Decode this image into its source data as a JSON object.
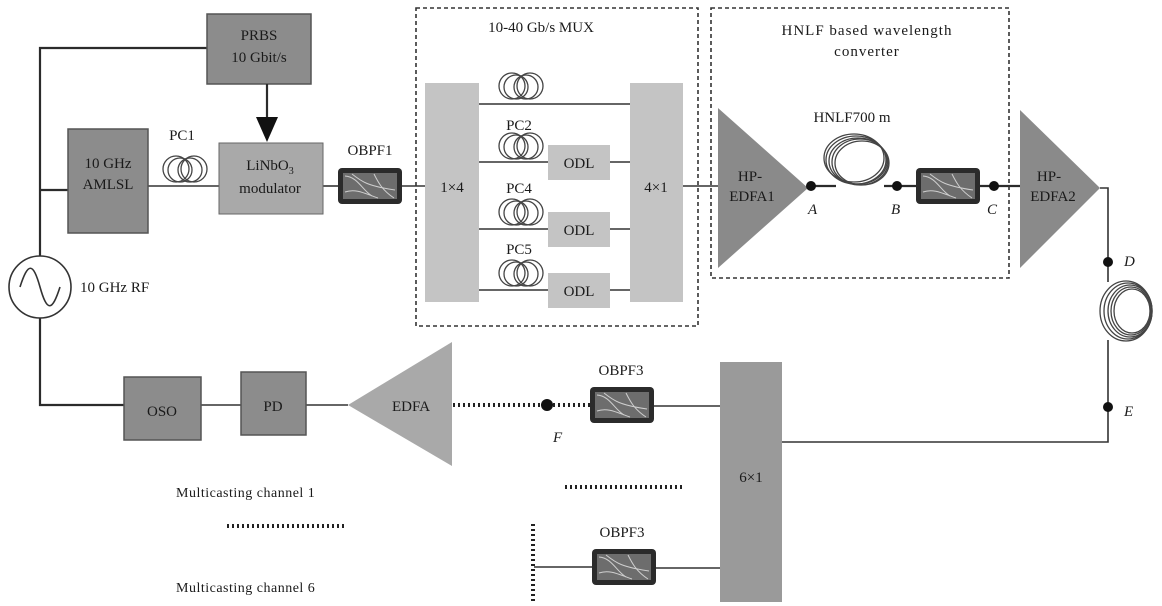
{
  "labels": {
    "prbs_line1": "PRBS",
    "prbs_line2": "10 Gbit/s",
    "laser_line1": "10 GHz",
    "laser_line2": "AMLSL",
    "pc1": "PC1",
    "mod_line1_base": "LiNbO",
    "mod_line1_sub": "3",
    "mod_line2": "modulator",
    "obpf1": "OBPF1",
    "rf": "10 GHz   RF",
    "mux_title": "10-40 Gb/s MUX",
    "splitter": "1×4",
    "combiner": "4×1",
    "pc2": "PC2",
    "pc4": "PC4",
    "pc5": "PC5",
    "odl": "ODL",
    "hnlf_title_1": "HNLF  based  wavelength",
    "hnlf_title_2": "converter",
    "hnlf_fiber": "HNLF700 m",
    "edfa1_line1": "HP-",
    "edfa1_line2": "EDFA1",
    "edfa2_line1": "HP-",
    "edfa2_line2": "EDFA2",
    "point_a": "A",
    "point_b": "B",
    "point_c": "C",
    "point_d": "D",
    "point_e": "E",
    "point_f": "F",
    "obpf3": "OBPF3",
    "combiner6": "6×1",
    "edfa": "EDFA",
    "pd": "PD",
    "oso": "OSO",
    "multicast_1": "Multicasting  channel  1",
    "multicast_6": "Multicasting  channel  6"
  }
}
